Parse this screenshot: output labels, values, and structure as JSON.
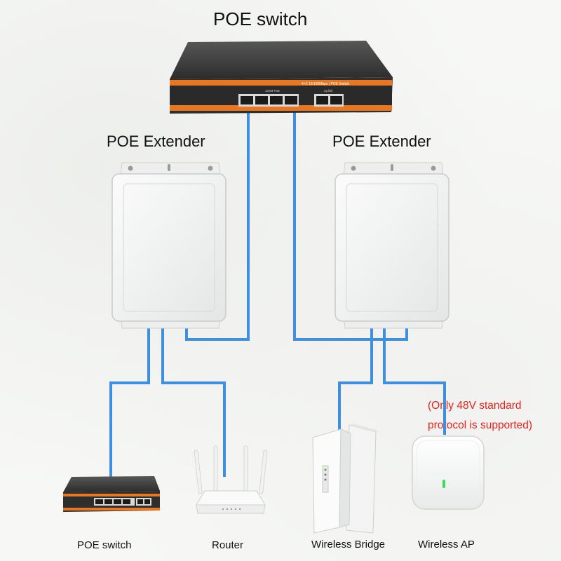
{
  "title": "POE switch",
  "extenders": [
    {
      "label": "POE Extender"
    },
    {
      "label": "POE Extender"
    }
  ],
  "switch": {
    "brand_text": "4+2 10/100Mbps | POE Switch",
    "left_group_text": "100M PoE",
    "right_group_text": "Uplink"
  },
  "devices": [
    {
      "label": "POE switch",
      "icon": "poe-switch-icon"
    },
    {
      "label": "Router",
      "icon": "router-icon"
    },
    {
      "label": "Wireless Bridge",
      "icon": "wireless-bridge-icon"
    },
    {
      "label": "Wireless AP",
      "icon": "wireless-ap-icon"
    }
  ],
  "note": {
    "line1": "(Only 48V standard",
    "line2": "protocol is supported)",
    "color": "#e8231c"
  },
  "colors": {
    "cable": "#3f8fe0",
    "switch_body": "#3a3a3a",
    "switch_stripe": "#e87722"
  }
}
